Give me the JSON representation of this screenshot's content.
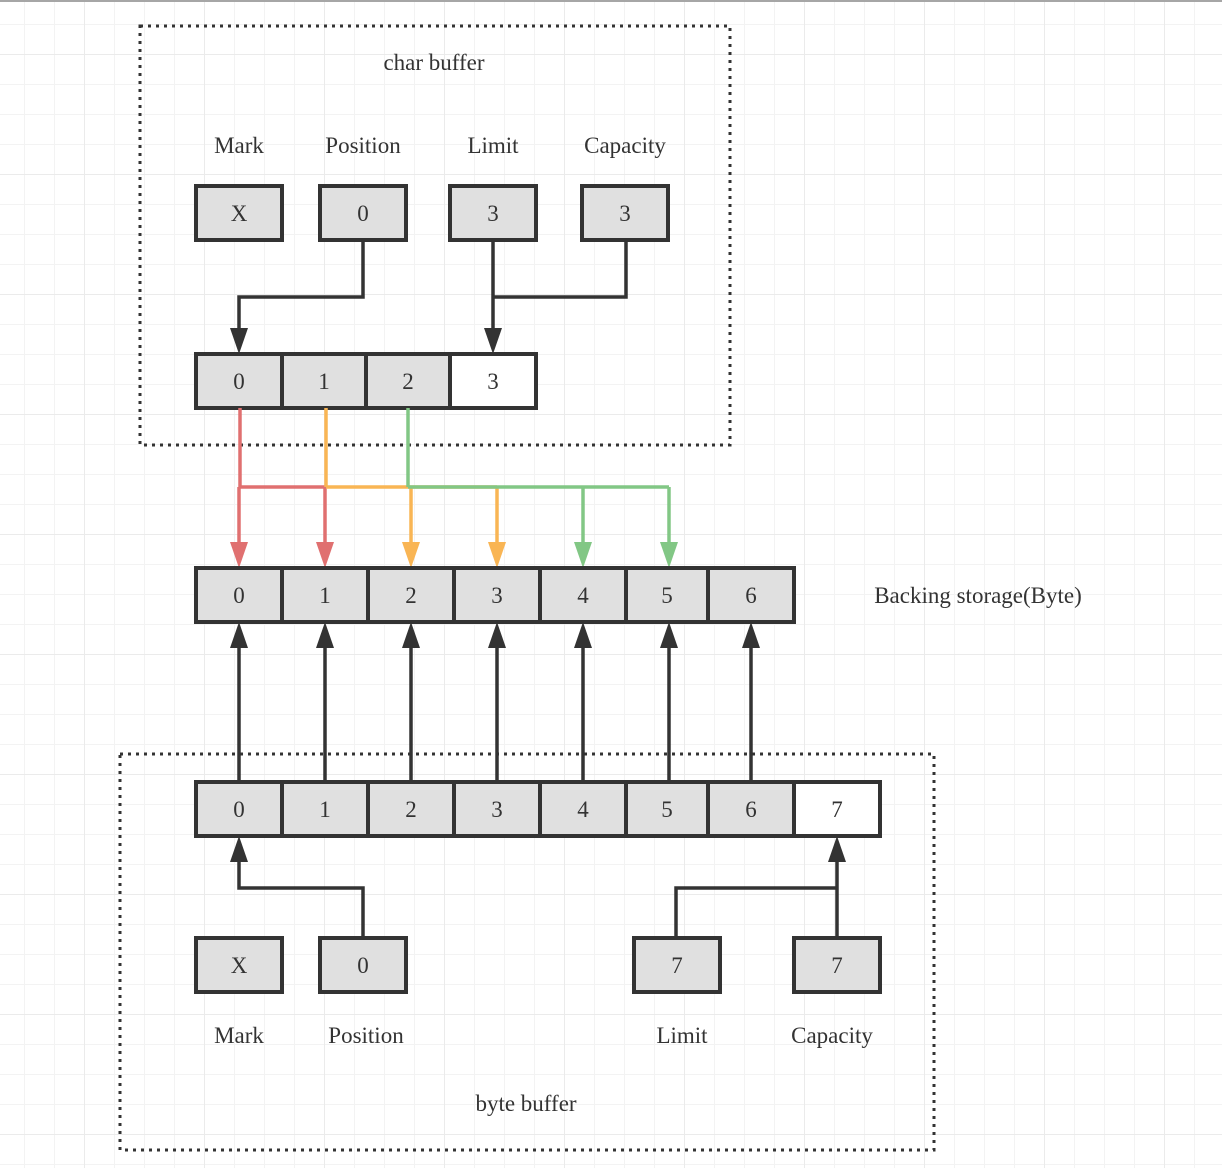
{
  "colors": {
    "stroke": "#333333",
    "cell_fill": "#e0e0e0",
    "cell_empty_fill": "#ffffff",
    "red": "#e07070",
    "orange": "#f9b554",
    "green": "#82c785"
  },
  "char_buffer": {
    "title": "char buffer",
    "fields": [
      {
        "label": "Mark",
        "value": "X"
      },
      {
        "label": "Position",
        "value": "0"
      },
      {
        "label": "Limit",
        "value": "3"
      },
      {
        "label": "Capacity",
        "value": "3"
      }
    ],
    "cells": [
      {
        "index": "0",
        "filled": true
      },
      {
        "index": "1",
        "filled": true
      },
      {
        "index": "2",
        "filled": true
      },
      {
        "index": "3",
        "filled": false
      }
    ]
  },
  "backing_storage": {
    "label": "Backing storage(Byte)",
    "cells": [
      "0",
      "1",
      "2",
      "3",
      "4",
      "5",
      "6"
    ]
  },
  "byte_buffer": {
    "title": "byte buffer",
    "fields": [
      {
        "label": "Mark",
        "value": "X"
      },
      {
        "label": "Position",
        "value": "0"
      },
      {
        "label": "Limit",
        "value": "7"
      },
      {
        "label": "Capacity",
        "value": "7"
      }
    ],
    "cells": [
      {
        "index": "0",
        "filled": true
      },
      {
        "index": "1",
        "filled": true
      },
      {
        "index": "2",
        "filled": true
      },
      {
        "index": "3",
        "filled": true
      },
      {
        "index": "4",
        "filled": true
      },
      {
        "index": "5",
        "filled": true
      },
      {
        "index": "6",
        "filled": true
      },
      {
        "index": "7",
        "filled": false
      }
    ]
  },
  "mappings": [
    {
      "char_index": 0,
      "byte_indices": [
        0,
        1
      ],
      "color": "red"
    },
    {
      "char_index": 1,
      "byte_indices": [
        2,
        3
      ],
      "color": "orange"
    },
    {
      "char_index": 2,
      "byte_indices": [
        4,
        5
      ],
      "color": "green"
    }
  ]
}
